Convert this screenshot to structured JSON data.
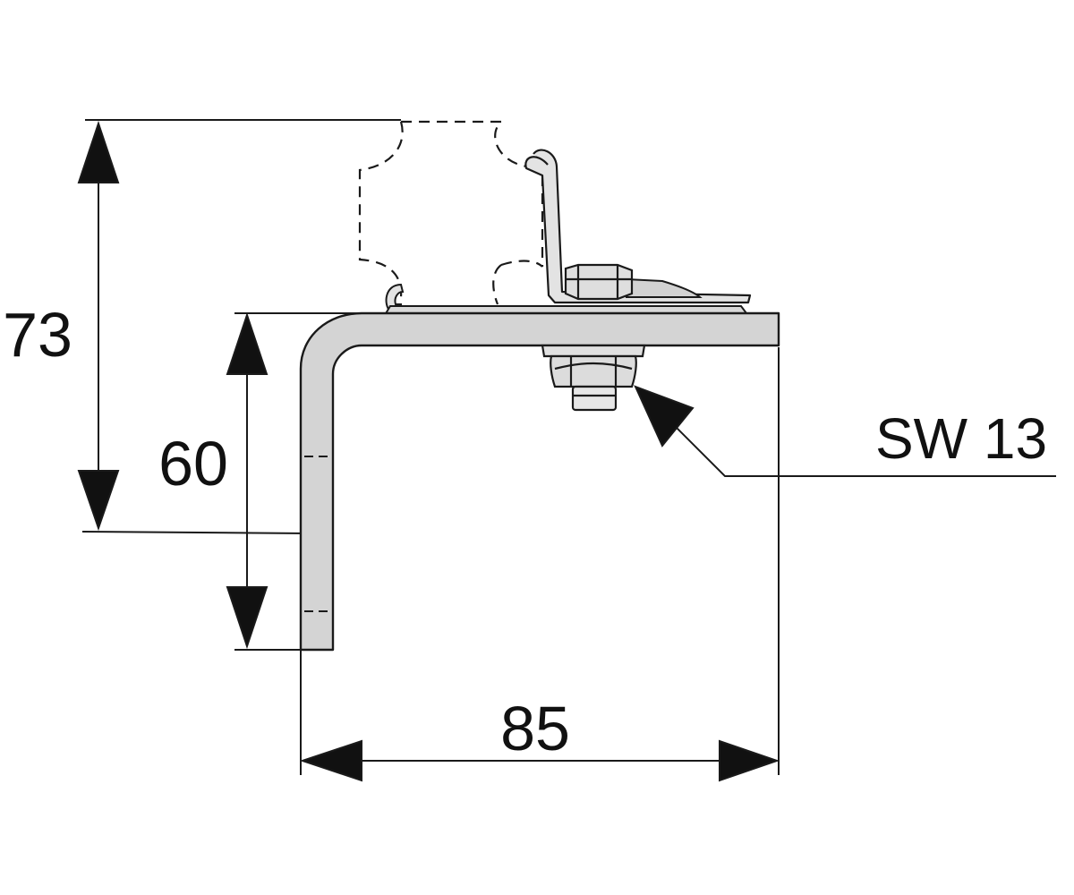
{
  "dimensions": {
    "total_height": "73",
    "bracket_height": "60",
    "bracket_width": "85",
    "wrench_size": "SW 13"
  },
  "colors": {
    "line": "#1a1a1a",
    "metal_fill": "#d4d4d4",
    "nut_fill": "#dedede",
    "background": "#ffffff"
  }
}
